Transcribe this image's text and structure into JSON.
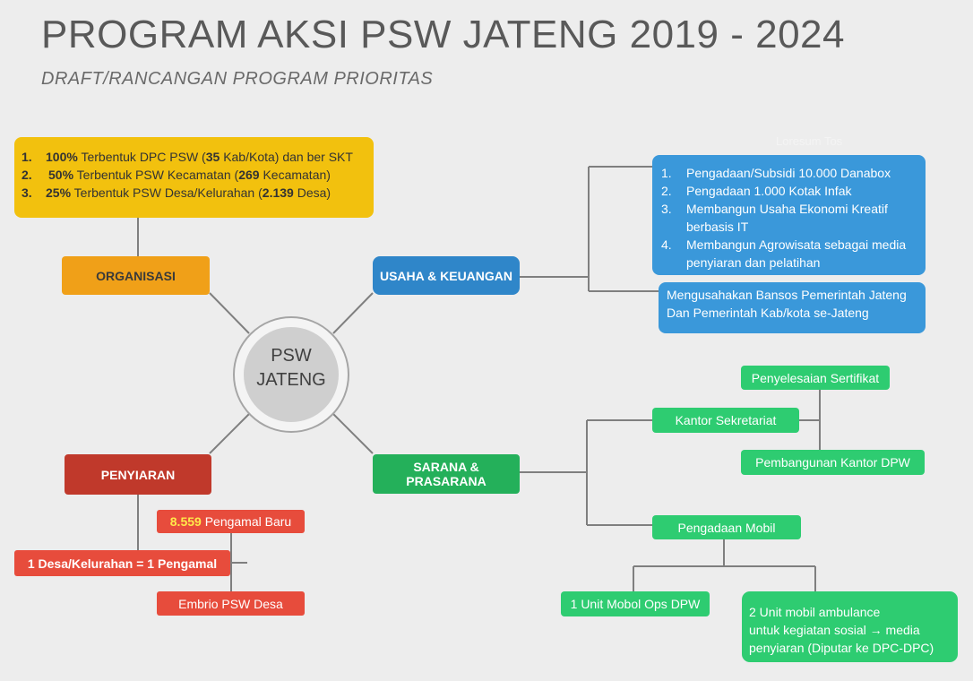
{
  "header": {
    "title": "PROGRAM AKSI PSW JATENG 2019 - 2024",
    "subtitle": "DRAFT/RANCANGAN PROGRAM PRIORITAS"
  },
  "hub": {
    "line1": "PSW",
    "line2": "JATENG"
  },
  "organisasi": {
    "label": "ORGANISASI",
    "items": [
      {
        "num": "1.",
        "value": "100%",
        "pre": "Terbentuk DPC PSW (",
        "count": "35",
        "post": "Kab/Kota) dan ber SKT"
      },
      {
        "num": "2.",
        "value": "50%",
        "pre": "Terbentuk PSW Kecamatan (",
        "count": "269",
        "post": "Kecamatan)"
      },
      {
        "num": "3.",
        "value": "25%",
        "pre": "Terbentuk PSW Desa/Kelurahan (",
        "count": "2.139",
        "post": "Desa)"
      }
    ]
  },
  "usaha": {
    "label": "USAHA & KEUANGAN",
    "ghost_text": "Loresum Tos",
    "list": [
      {
        "num": "1.",
        "text": "Pengadaan/Subsidi 10.000 Danabox"
      },
      {
        "num": "2.",
        "text": "Pengadaan 1.000 Kotak Infak"
      },
      {
        "num": "3.",
        "text": "Membangun Usaha Ekonomi Kreatif berbasis IT"
      },
      {
        "num": "4.",
        "text": "Membangun Agrowisata sebagai media penyiaran dan pelatihan"
      }
    ],
    "bansos": "Mengusahakan Bansos Pemerintah Jateng Dan Pemerintah Kab/kota se-Jateng"
  },
  "sarana": {
    "label": "SARANA & PRASARANA",
    "kantor": "Kantor Sekretariat",
    "sertifikat": "Penyelesaian Sertifikat",
    "pembangunan": "Pembangunan Kantor DPW",
    "mobil": "Pengadaan Mobil",
    "mobil_ops": "1 Unit Mobol Ops DPW",
    "ambulance_line1": "2 Unit mobil ambulance",
    "ambulance_line2_pre": "untuk kegiatan sosial",
    "ambulance_arrow": "→",
    "ambulance_line2_post": "media",
    "ambulance_line3": "penyiaran (Diputar ke DPC-DPC)"
  },
  "penyiaran": {
    "label": "PENYIARAN",
    "pengamal_count": "8.559",
    "pengamal_text": "Pengamal Baru",
    "desa": "1 Desa/Kelurahan = 1 Pengamal",
    "embrio": "Embrio PSW Desa"
  },
  "colors": {
    "yellow": "#f2c10e",
    "orange": "#f0a018",
    "blue": "#2f86c9",
    "green": "#2ecc71",
    "red": "#c0392b",
    "red_light": "#e74c3c"
  }
}
